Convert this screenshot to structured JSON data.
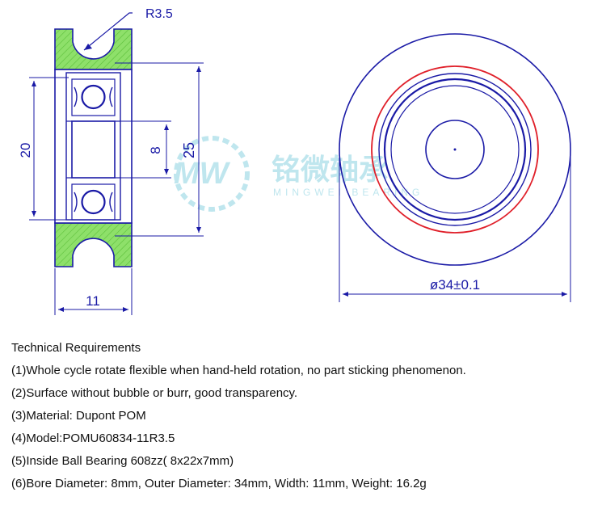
{
  "dimensions": {
    "radius": "R3.5",
    "height": "20",
    "bore": "8",
    "outer_height": "25",
    "width": "11",
    "diameter": "ø34±0.1"
  },
  "watermark": {
    "logo": "MW",
    "chinese": "铭微轴承",
    "english": "MINGWEI BEARING"
  },
  "requirements": {
    "heading": "Technical Requirements",
    "items": [
      "(1)Whole cycle rotate flexible when hand-held rotation, no part sticking phenomenon.",
      "(2)Surface without bubble or burr, good transparency.",
      "(3)Material: Dupont POM",
      "(4)Model:POMU60834-11R3.5",
      "(5)Inside Ball Bearing 608zz( 8x22x7mm)",
      "(6)Bore Diameter: 8mm, Outer Diameter: 34mm, Width: 11mm, Weight: 16.2g"
    ]
  },
  "colors": {
    "line": "#1a1aa6",
    "hatch": "#8ee06a",
    "red_circle": "#e0202a",
    "watermark": "#bfe6ee"
  }
}
